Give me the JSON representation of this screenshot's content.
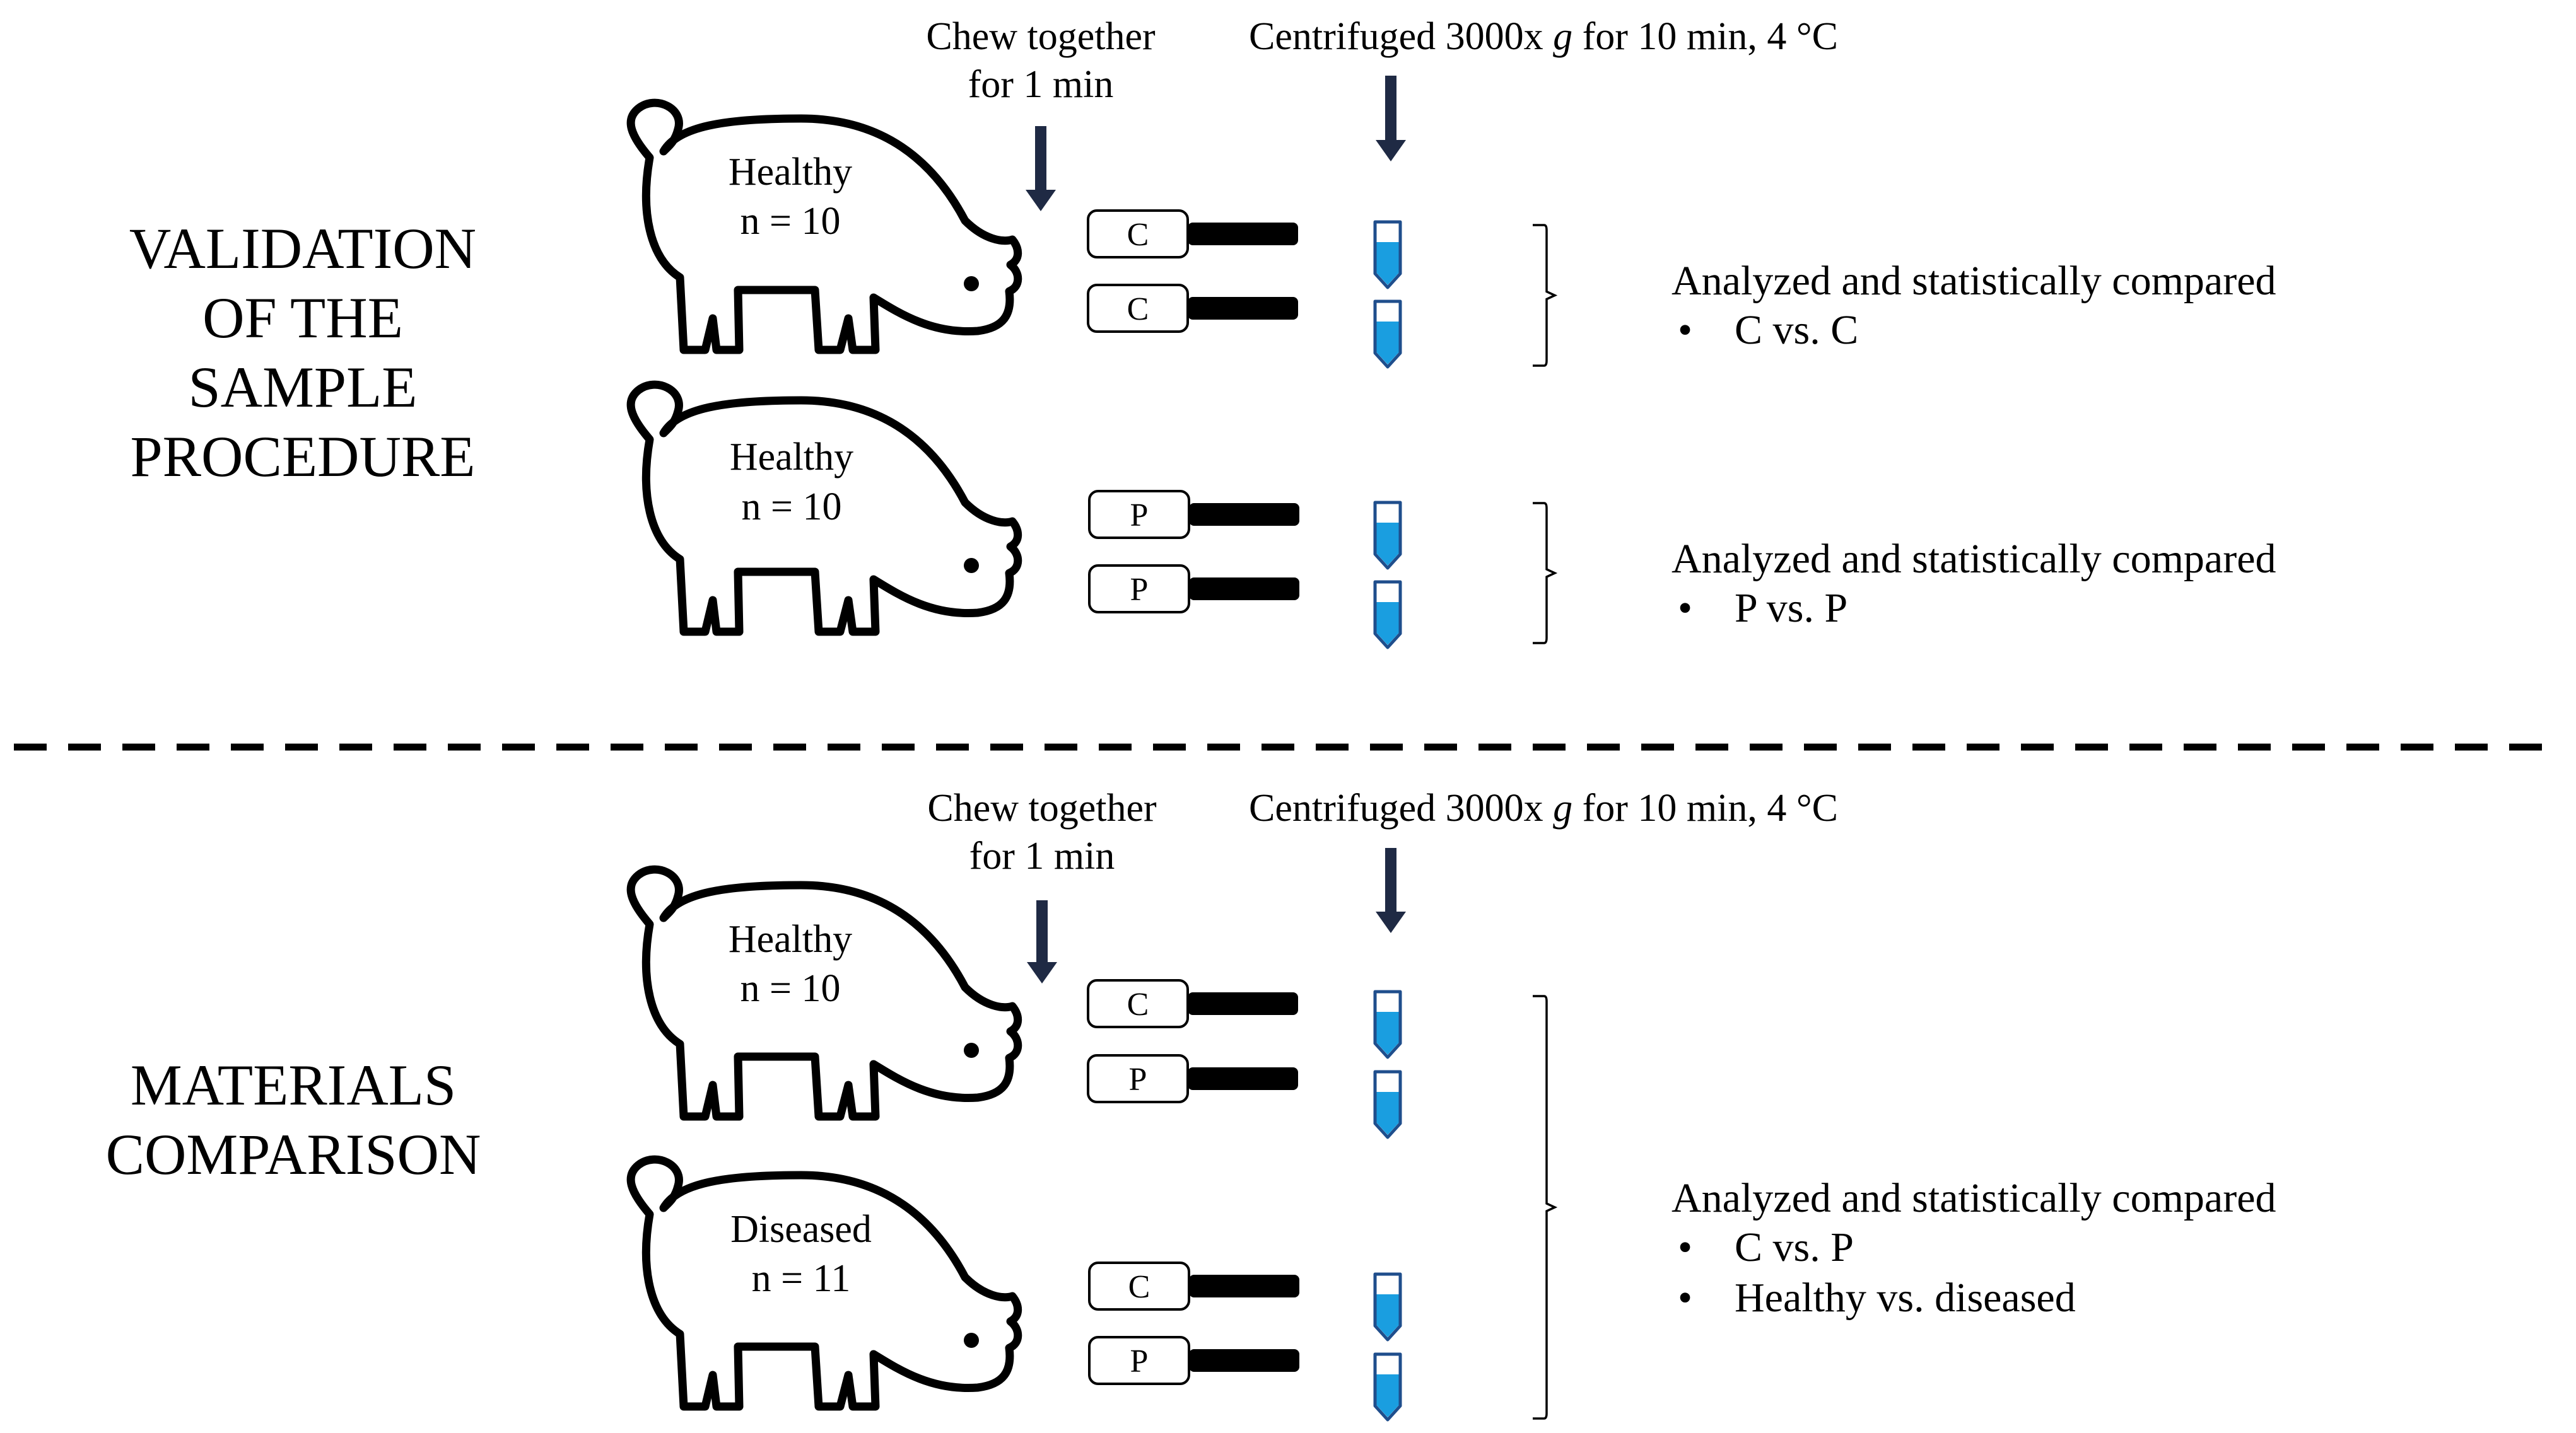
{
  "sections": [
    {
      "title_lines": [
        "VALIDATION",
        "OF THE",
        "SAMPLE",
        "PROCEDURE"
      ],
      "chew_lines": [
        "Chew together",
        "for 1 min"
      ],
      "centrifuge": {
        "pre": "Centrifuged 3000x ",
        "g": "g",
        "post": " for 10 min, 4 °C"
      },
      "groups": [
        {
          "status": "Healthy",
          "n": "n = 10",
          "swabs": [
            "C",
            "C"
          ],
          "compare": {
            "title": "Analyzed and statistically compared",
            "bullets": [
              "C vs. C"
            ]
          }
        },
        {
          "status": "Healthy",
          "n": "n = 10",
          "swabs": [
            "P",
            "P"
          ],
          "compare": {
            "title": "Analyzed and statistically compared",
            "bullets": [
              "P vs. P"
            ]
          }
        }
      ]
    },
    {
      "title_lines": [
        "MATERIALS",
        "COMPARISON"
      ],
      "chew_lines": [
        "Chew together",
        "for 1 min"
      ],
      "centrifuge": {
        "pre": "Centrifuged 3000x ",
        "g": "g",
        "post": " for 10 min, 4 °C"
      },
      "groups": [
        {
          "status": "Healthy",
          "n": "n = 10",
          "swabs": [
            "C",
            "P"
          ]
        },
        {
          "status": "Diseased",
          "n": "n = 11",
          "swabs": [
            "C",
            "P"
          ]
        }
      ],
      "compare": {
        "title": "Analyzed and statistically compared",
        "bullets": [
          "C vs. P",
          "Healthy vs. diseased"
        ]
      }
    }
  ],
  "bullet_symbol": "•",
  "colors": {
    "tube_liquid": "#1a9ee0",
    "tube_outline": "#1f4e8c",
    "arrow": "#1f2a44",
    "stick": "#000000"
  }
}
